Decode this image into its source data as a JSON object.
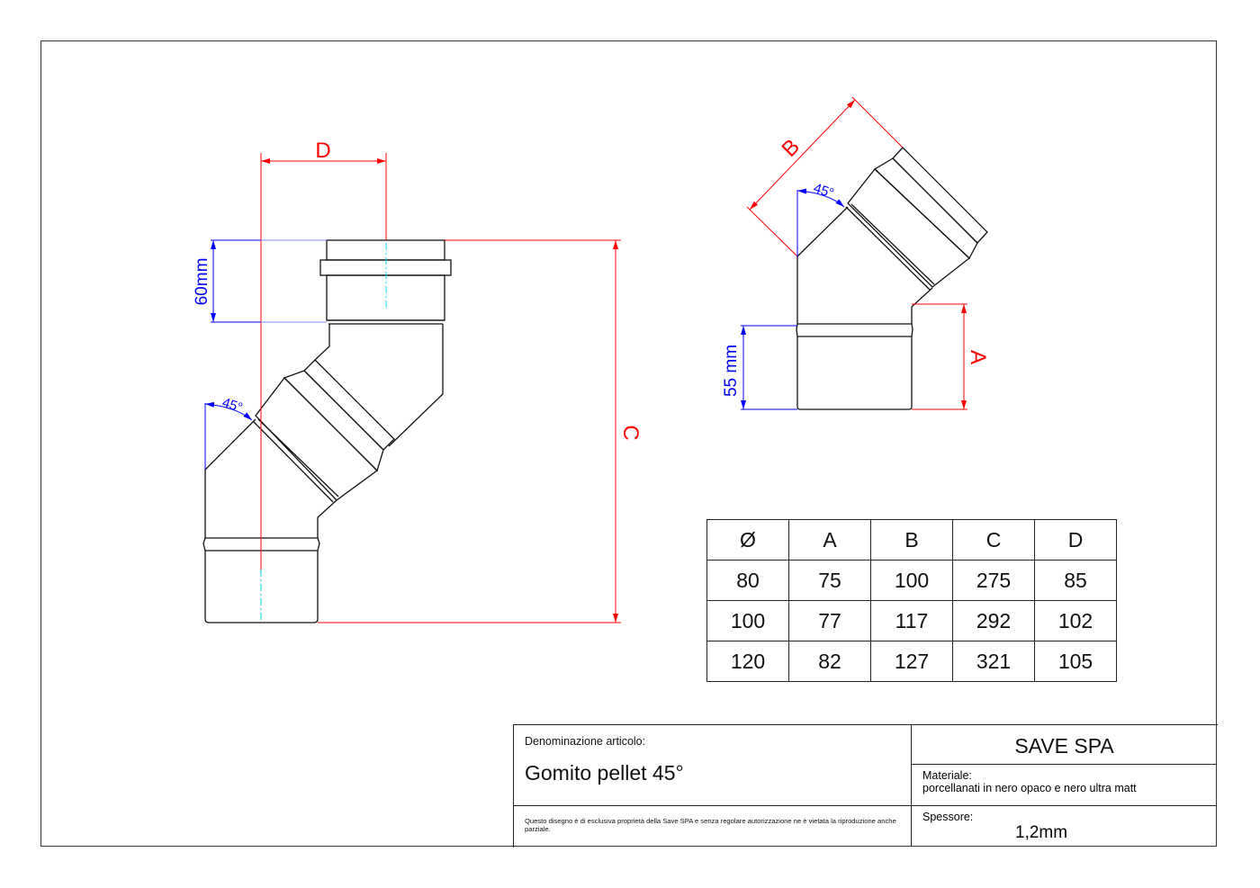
{
  "drawing": {
    "side_view": {
      "dim_top_label": "D",
      "dim_height_label": "C",
      "socket_length_label": "60mm",
      "angle_label": "45°"
    },
    "front_view": {
      "dim_length_label": "B",
      "dim_height_label": "A",
      "socket_length_label": "55 mm",
      "angle_label": "45°"
    },
    "colors": {
      "dimension_red": "#ff0000",
      "dimension_blue": "#0000ff",
      "centerline_cyan": "#00e0f0",
      "outline": "#111111"
    }
  },
  "dimensions_table": {
    "headers": [
      "Ø",
      "A",
      "B",
      "C",
      "D"
    ],
    "rows": [
      [
        "80",
        "75",
        "100",
        "275",
        "85"
      ],
      [
        "100",
        "77",
        "117",
        "292",
        "102"
      ],
      [
        "120",
        "82",
        "127",
        "321",
        "105"
      ]
    ]
  },
  "title_block": {
    "article_label": "Denominazione articolo:",
    "article_name": "Gomito pellet 45°",
    "disclaimer": "Questo disegno è di esclusiva proprietà della Save SPA e senza regolare autorizzazione ne è vietata la riproduzione anche parziale.",
    "company": "SAVE SPA",
    "material_label": "Materiale:",
    "material_value": "porcellanati in nero opaco e nero ultra matt",
    "thickness_label": "Spessore:",
    "thickness_value": "1,2mm"
  }
}
